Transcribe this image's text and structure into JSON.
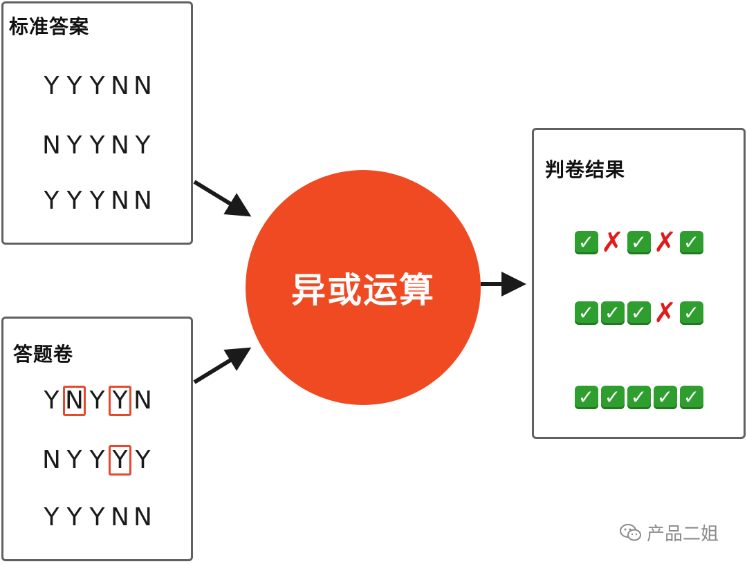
{
  "standard": {
    "title": "标准答案",
    "rows": [
      {
        "letters": [
          {
            "c": "Y"
          },
          {
            "c": "Y"
          },
          {
            "c": "Y"
          },
          {
            "c": "N"
          },
          {
            "c": "N"
          }
        ]
      },
      {
        "letters": [
          {
            "c": "N"
          },
          {
            "c": "Y"
          },
          {
            "c": "Y"
          },
          {
            "c": "N"
          },
          {
            "c": "Y"
          }
        ]
      },
      {
        "letters": [
          {
            "c": "Y"
          },
          {
            "c": "Y"
          },
          {
            "c": "Y"
          },
          {
            "c": "N"
          },
          {
            "c": "N"
          }
        ]
      }
    ]
  },
  "answer": {
    "title": "答题卷",
    "rows": [
      {
        "letters": [
          {
            "c": "Y"
          },
          {
            "c": "N",
            "mismatch": true
          },
          {
            "c": "Y"
          },
          {
            "c": "Y",
            "mismatch": true
          },
          {
            "c": "N"
          }
        ]
      },
      {
        "letters": [
          {
            "c": "N"
          },
          {
            "c": "Y"
          },
          {
            "c": "Y"
          },
          {
            "c": "Y",
            "mismatch": true
          },
          {
            "c": "Y"
          }
        ]
      },
      {
        "letters": [
          {
            "c": "Y"
          },
          {
            "c": "Y"
          },
          {
            "c": "Y"
          },
          {
            "c": "N"
          },
          {
            "c": "N"
          }
        ]
      }
    ]
  },
  "operation": {
    "label": "异或运算"
  },
  "result": {
    "title": "判卷结果",
    "rows": [
      [
        "check",
        "cross",
        "check",
        "cross",
        "check"
      ],
      [
        "check",
        "check",
        "check",
        "cross",
        "check"
      ],
      [
        "check",
        "check",
        "check",
        "check",
        "check"
      ]
    ]
  },
  "watermark": {
    "text": "产品二姐",
    "icon": "wechat-icon"
  },
  "colors": {
    "circle": "#f04a23",
    "highlight": "#e8472a",
    "check": "#2e9e2e",
    "cross": "#e01b1b",
    "border": "#606060"
  }
}
